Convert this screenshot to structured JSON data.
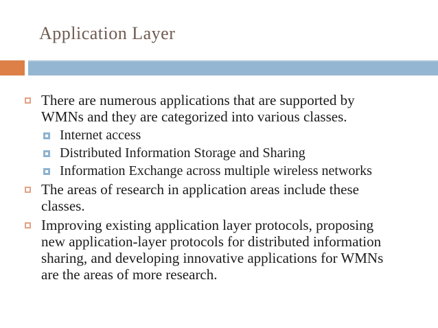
{
  "slide": {
    "title": "Application Layer",
    "theme_colors": {
      "title_text": "#6f5b50",
      "divider_orange": "#dd8047",
      "divider_blue": "#94b6d2",
      "bullet_l1_outline": "#e2a184",
      "bullet_l2_outline": "#8fb3d0",
      "body_text": "#1b1b1b",
      "background": "#ffffff"
    },
    "bullets": [
      {
        "level": 1,
        "text": "There are numerous applications that are supported by WMNs and they are categorized into various classes.",
        "lines": [
          "There are numerous applications that are supported by",
          "WMNs and they are categorized into various classes."
        ]
      },
      {
        "level": 2,
        "text": "Internet access",
        "lines": [
          "Internet access"
        ]
      },
      {
        "level": 2,
        "text": "Distributed Information Storage and Sharing",
        "lines": [
          "Distributed Information Storage and Sharing"
        ]
      },
      {
        "level": 2,
        "text": "Information Exchange across multiple wireless networks",
        "lines": [
          "Information Exchange across multiple wireless networks"
        ]
      },
      {
        "level": 1,
        "text": "The areas of research in application areas include these classes.",
        "lines": [
          "The areas of research in application areas include these",
          "classes."
        ]
      },
      {
        "level": 1,
        "text": "Improving existing application layer protocols, proposing new application-layer protocols for distributed information sharing, and developing innovative applications for WMNs are the areas of more research.",
        "lines": [
          "Improving existing application layer protocols, proposing",
          "new application-layer protocols for distributed information",
          "sharing, and developing innovative applications for WMNs",
          "are the areas of more research."
        ]
      }
    ]
  }
}
